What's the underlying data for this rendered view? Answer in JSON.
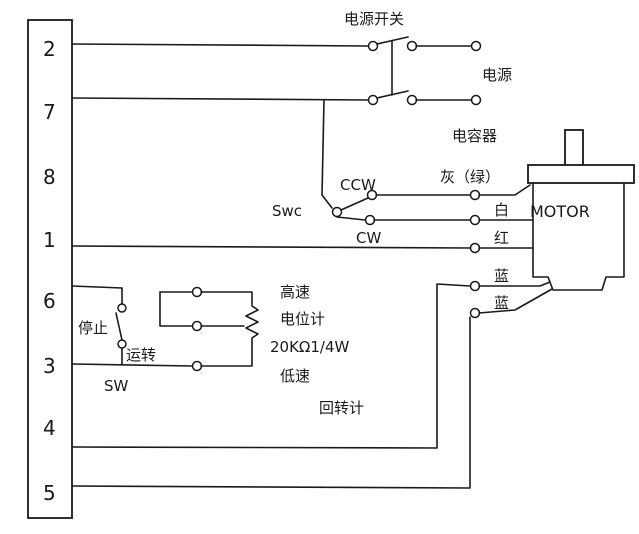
{
  "terminal_strip": {
    "pins": [
      "2",
      "7",
      "8",
      "1",
      "6",
      "3",
      "4",
      "5"
    ]
  },
  "labels": {
    "power_switch": "电源开关",
    "power": "电源",
    "capacitor": "电容器",
    "ccw": "CCW",
    "swc": "Swc",
    "cw": "CW",
    "gray_green": "灰（绿）",
    "white": "白",
    "motor": "MOTOR",
    "red": "红",
    "blue_1": "蓝",
    "blue_2": "蓝",
    "high_speed": "高速",
    "potentiometer": "电位计",
    "pot_rating": "20KΩ1/4W",
    "low_speed": "低速",
    "stop": "停止",
    "run": "运转",
    "sw": "SW",
    "tachometer": "回转计"
  }
}
